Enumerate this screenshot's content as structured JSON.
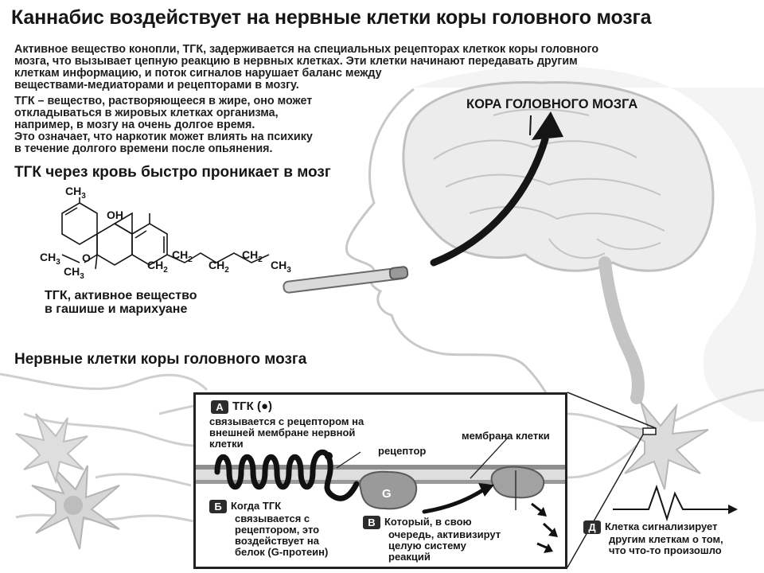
{
  "title": "Каннабис воздействует на нервные клетки коры головного мозга",
  "intro_lines": [
    "Активное вещество конопли, ТГК, задерживается на специальных рецепторах клеткок коры головного",
    "мозга, что вызывает цепную реакцию в нервных клетках. Эти клетки начинают передавать другим",
    "клеткам информацию, и поток сигналов нарушает баланс между",
    "веществами-медиаторами и рецепторами в мозгу."
  ],
  "fat_lines": [
    "ТГК – вещество, растворяющееся в жире, оно может",
    "откладываться в жировых клетках организма,",
    "например, в мозгу на очень долгое время.",
    "Это означает, что наркотик может влиять на психику",
    "в течение долгого времени после опьянения."
  ],
  "blood_heading": "ТГК через кровь быстро проникает в мозг",
  "cortex_label": "КОРА ГОЛОВНОГО МОЗГА",
  "molecule": {
    "ch3_top": "CH",
    "ch3_top_sub": "3",
    "oh": "OH",
    "ch3_left": "CH",
    "ch3_left_sub": "3",
    "o": "O",
    "ch3_bottom": "CH",
    "ch3_bottom_sub": "3",
    "chain": [
      {
        "t": "CH",
        "s": "2"
      },
      {
        "t": "CH",
        "s": "2"
      },
      {
        "t": "CH",
        "s": "2"
      },
      {
        "t": "CH",
        "s": "2"
      },
      {
        "t": "CH",
        "s": "3"
      }
    ]
  },
  "thc_caption": [
    "ТГК, активное вещество",
    "в гашише и марихуане"
  ],
  "nerve_heading": "Нервные клетки коры головного мозга",
  "panel": {
    "a_badge": "А",
    "a_header": "ТГК (●)",
    "a_lines": [
      "связывается с рецептором на",
      "внешней мембране нервной",
      "клетки"
    ],
    "receptor_label": "рецептор",
    "membrane_label": "мембрана клетки",
    "g_label": "G",
    "b_badge": "Б",
    "b_lines": [
      "Когда ТГК",
      "связывается с",
      "рецептором, это",
      "воздействует на",
      "белок (G-протеин)"
    ],
    "v_badge": "В",
    "v_lines": [
      "Который, в свою",
      "очередь, активизирут",
      "целую систему",
      "реакций"
    ]
  },
  "d_badge": "Д",
  "d_lines": [
    "Клетка сигнализирует",
    "другим клеткам о том,",
    "что что-то произошло"
  ],
  "colors": {
    "brain_fill": "#ebebeb",
    "brain_stroke": "#bdbdbd",
    "membrane": "#8a8a8a",
    "protein": "#9a9a9a",
    "ink": "#161616"
  }
}
